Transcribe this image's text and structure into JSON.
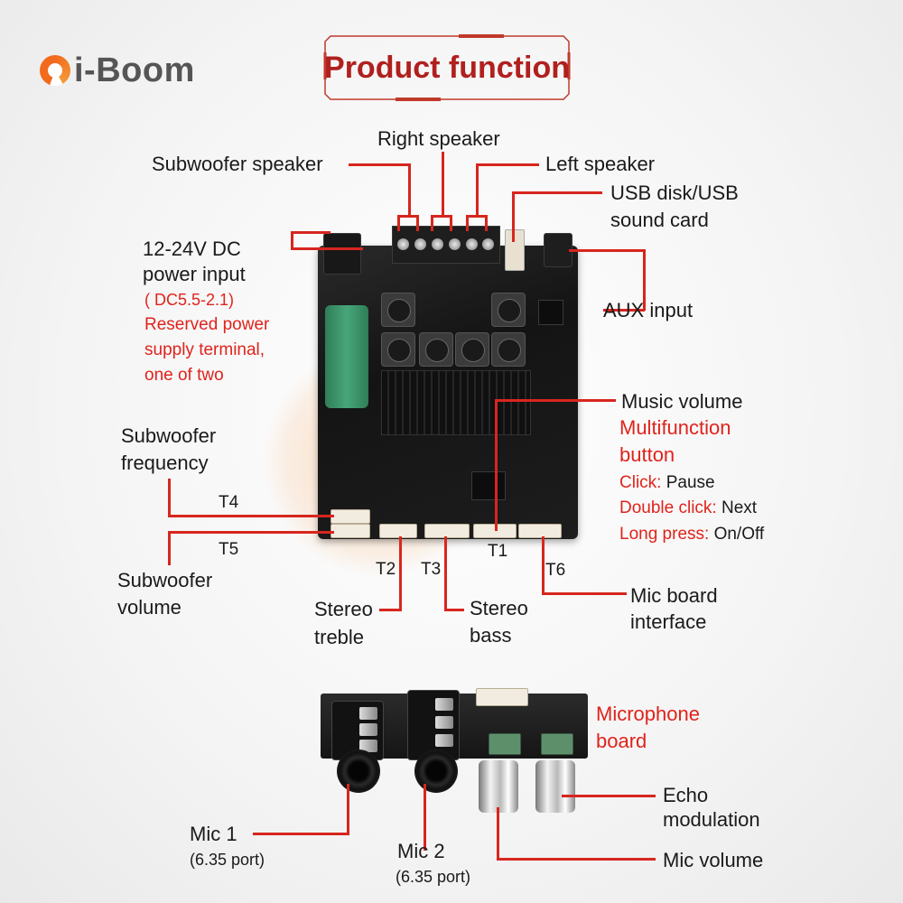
{
  "brand": {
    "name": "i-Boom"
  },
  "title": "Product function",
  "colors": {
    "accent_red": "#e0231c",
    "line_red": "#d7261e",
    "logo_orange": "#f26b1d"
  },
  "labels": {
    "subwoofer_speaker": "Subwoofer speaker",
    "right_speaker": "Right speaker",
    "left_speaker": "Left speaker",
    "usb_disk_line1": "USB disk/USB",
    "usb_disk_line2": "sound card",
    "power_line1": "12-24V DC",
    "power_line2": "power input",
    "power_note1": "( DC5.5-2.1)",
    "power_note2": "Reserved power",
    "power_note3": "supply terminal,",
    "power_note4": "one of two",
    "aux_input": "AUX input",
    "music_volume": "Music volume",
    "multifunction_line1": "Multifunction",
    "multifunction_line2": "button",
    "click_key": "Click:",
    "click_val": "Pause",
    "double_key": "Double click:",
    "double_val": "Next",
    "long_key": "Long press:",
    "long_val": "On/Off",
    "sub_freq_line1": "Subwoofer",
    "sub_freq_line2": "frequency",
    "t4": "T4",
    "t5": "T5",
    "sub_vol_line1": "Subwoofer",
    "sub_vol_line2": "volume",
    "t2": "T2",
    "t3": "T3",
    "t1": "T1",
    "t6": "T6",
    "stereo_treble_line1": "Stereo",
    "stereo_treble_line2": "treble",
    "stereo_bass_line1": "Stereo",
    "stereo_bass_line2": "bass",
    "mic_board_iface_line1": "Mic board",
    "mic_board_iface_line2": "interface",
    "microphone_board_line1": "Microphone",
    "microphone_board_line2": "board",
    "echo_line1": "Echo",
    "echo_line2": "modulation",
    "mic_volume": "Mic volume",
    "mic1": "Mic 1",
    "mic1_port": "(6.35 port)",
    "mic2": "Mic 2",
    "mic2_port": "(6.35 port)"
  }
}
